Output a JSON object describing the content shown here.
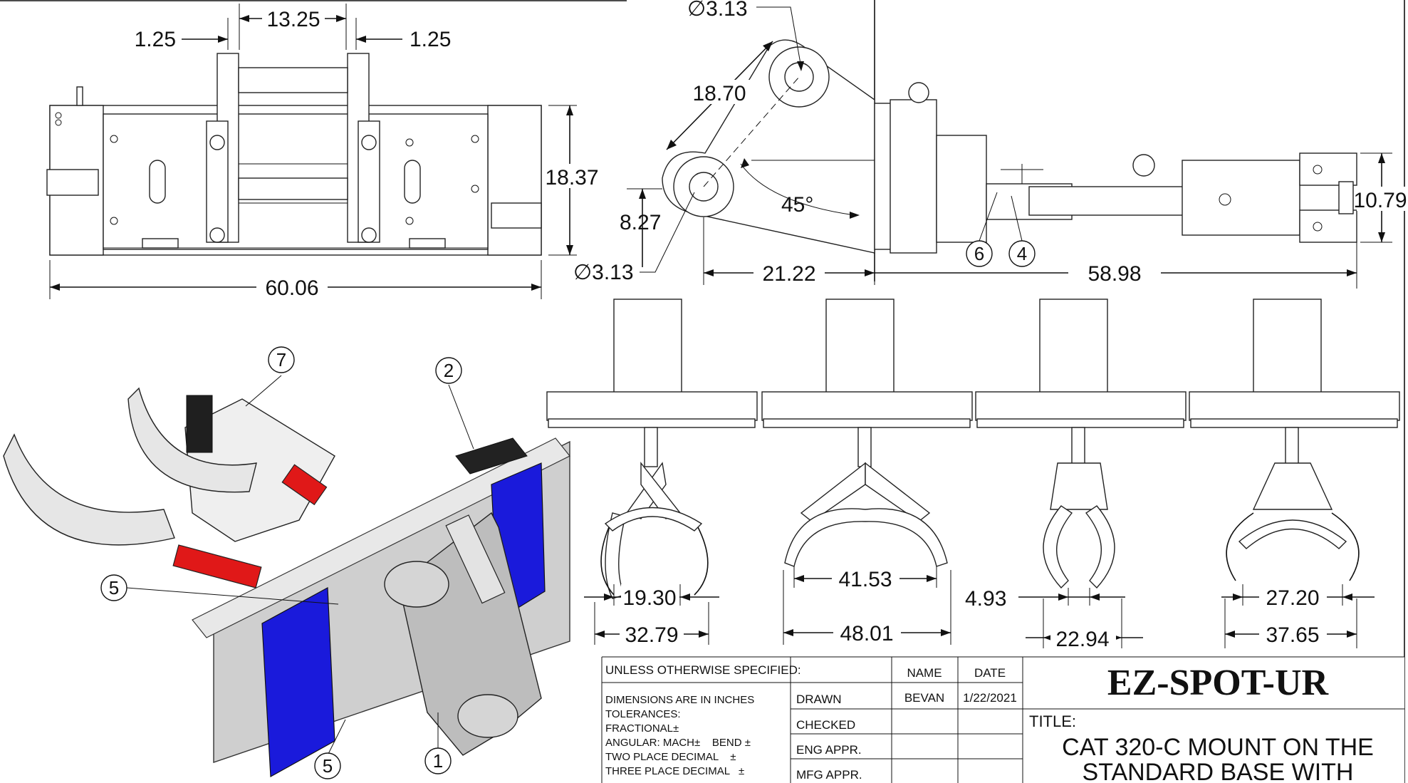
{
  "dimensions": {
    "top_view": {
      "pin_spacing": "13.25",
      "left_offset": "1.25",
      "right_offset": "1.25",
      "height": "18.37",
      "width": "60.06"
    },
    "side_view": {
      "pin_dia_top": "∅3.13",
      "pin_center_distance": "18.70",
      "pin_height": "8.27",
      "angle": "45°",
      "pin_dia_bottom": "∅3.13",
      "pin_to_mount": "21.22",
      "overall_length": "58.98",
      "grapple_height": "10.79"
    },
    "grapple_views": [
      {
        "inner": "19.30",
        "outer": "32.79"
      },
      {
        "inner": "41.53",
        "outer": "48.01"
      },
      {
        "inner": "4.93",
        "outer": "22.94"
      },
      {
        "inner": "27.20",
        "outer": "37.65"
      }
    ]
  },
  "balloons": {
    "b1": "1",
    "b2": "2",
    "b4": "4",
    "b5a": "5",
    "b5b": "5",
    "b6": "6",
    "b7": "7"
  },
  "title_block": {
    "unless_specified": "UNLESS OTHERWISE SPECIFIED:",
    "col_name": "NAME",
    "col_date": "DATE",
    "dims_in_inches": "DIMENSIONS ARE IN INCHES",
    "tolerances": "TOLERANCES:",
    "fractional": "FRACTIONAL±",
    "angular": "ANGULAR: MACH±    BEND ±",
    "two_place": "TWO PLACE DECIMAL    ±",
    "three_place": "THREE PLACE DECIMAL   ±",
    "rows": [
      {
        "label": "DRAWN",
        "name": "BEVAN",
        "date": "1/22/2021"
      },
      {
        "label": "CHECKED",
        "name": "",
        "date": ""
      },
      {
        "label": "ENG APPR.",
        "name": "",
        "date": ""
      },
      {
        "label": "MFG APPR.",
        "name": "",
        "date": ""
      }
    ],
    "company": "EZ-SPOT-UR",
    "title_label": "TITLE:",
    "title_line1": "CAT 320-C MOUNT ON THE",
    "title_line2": "STANDARD BASE WITH"
  },
  "colors": {
    "line": "#111111",
    "plate_blue": "#1a1adb",
    "cylinder_red": "#e01818",
    "body_grey": "#bdbdbd",
    "pad_black": "#222222"
  }
}
